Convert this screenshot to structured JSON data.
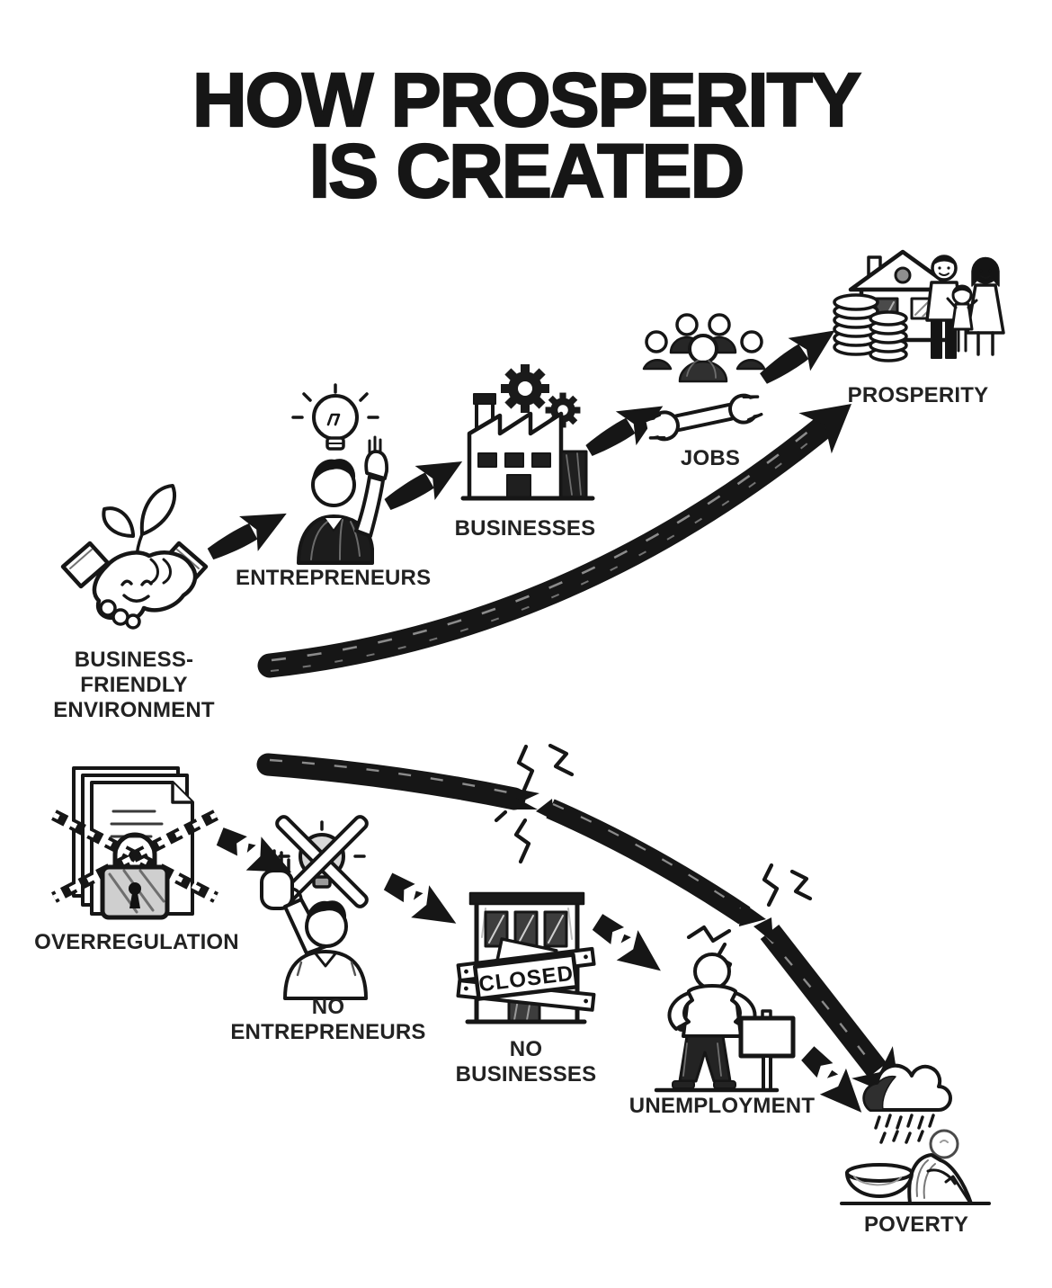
{
  "title": {
    "line1": "HOW PROSPERITY",
    "line2": "IS CREATED"
  },
  "flow_top": {
    "name": "prosperity-path",
    "connector": "ascending-curved-arrow",
    "steps": [
      {
        "id": "business-friendly-environment",
        "icon": "handshake-seedling-icon",
        "label_line1": "BUSINESS-FRIENDLY",
        "label_line2": "ENVIRONMENT"
      },
      {
        "id": "entrepreneurs",
        "icon": "entrepreneur-lightbulb-icon",
        "label": "ENTREPRENEURS"
      },
      {
        "id": "businesses",
        "icon": "factory-gears-icon",
        "label": "BUSINESSES"
      },
      {
        "id": "jobs",
        "icon": "workers-wrench-icon",
        "label": "JOBS"
      },
      {
        "id": "prosperity",
        "icon": "house-coins-family-icon",
        "label": "PROSPERITY"
      }
    ]
  },
  "flow_bottom": {
    "name": "poverty-path",
    "connector": "descending-broken-arrow",
    "steps": [
      {
        "id": "overregulation",
        "icon": "chained-documents-padlock-icon",
        "label": "OVERREGULATION"
      },
      {
        "id": "no-entrepreneurs",
        "icon": "crossed-lightbulb-person-icon",
        "label_line1": "NO",
        "label_line2": "ENTREPRENEURS"
      },
      {
        "id": "no-businesses",
        "icon": "closed-building-icon",
        "label_line1": "NO",
        "label_line2": "BUSINESSES",
        "sign_text": "CLOSED"
      },
      {
        "id": "unemployment",
        "icon": "jobless-person-sign-icon",
        "label": "UNEMPLOYMENT"
      },
      {
        "id": "poverty",
        "icon": "rain-cloud-sad-person-bowl-icon",
        "label": "POVERTY"
      }
    ]
  },
  "colors": {
    "ink": "#161616",
    "paper": "#ffffff",
    "dark_fill": "#1f1f1f",
    "gray_fill": "#cfcfcf"
  }
}
